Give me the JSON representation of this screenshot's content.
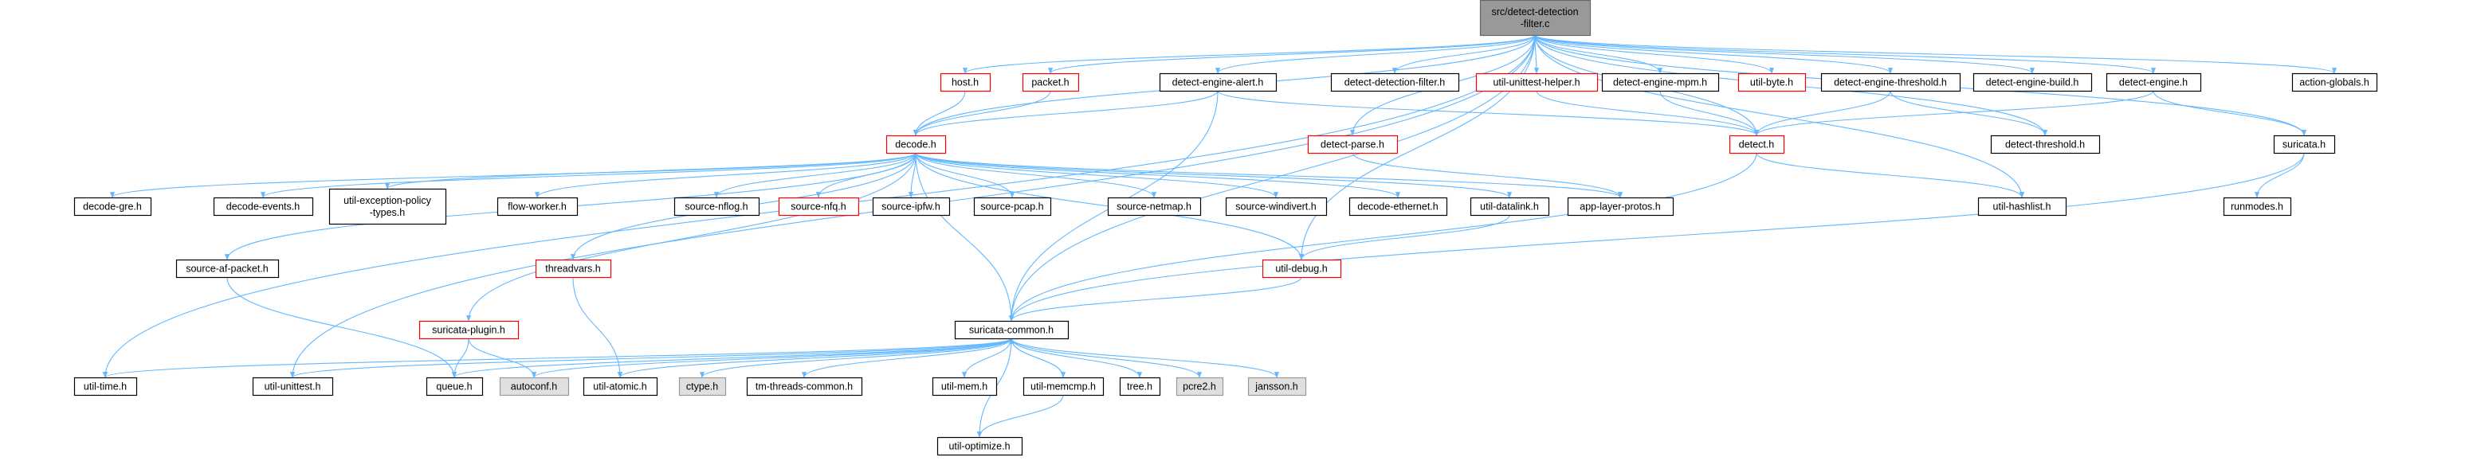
{
  "graph": {
    "colors": {
      "edge": "#63b8ff",
      "root_fill": "#999999",
      "root_border": "#666666",
      "node_fill": "#ffffff",
      "node_border": "#000000",
      "missing_border": "#ff0000",
      "system_fill": "#e0e0e0",
      "system_border": "#999999"
    },
    "nodes": [
      {
        "id": "root",
        "lines": [
          "src/detect-detection",
          "-filter.c"
        ],
        "kind": "root"
      },
      {
        "id": "host",
        "lines": [
          "host.h"
        ],
        "kind": "missing"
      },
      {
        "id": "packet",
        "lines": [
          "packet.h"
        ],
        "kind": "missing"
      },
      {
        "id": "dealert",
        "lines": [
          "detect-engine-alert.h"
        ],
        "kind": "normal"
      },
      {
        "id": "ddfilter",
        "lines": [
          "detect-detection-filter.h"
        ],
        "kind": "normal"
      },
      {
        "id": "unithelp",
        "lines": [
          "util-unittest-helper.h"
        ],
        "kind": "missing"
      },
      {
        "id": "dempm",
        "lines": [
          "detect-engine-mpm.h"
        ],
        "kind": "normal"
      },
      {
        "id": "utilbyte",
        "lines": [
          "util-byte.h"
        ],
        "kind": "missing"
      },
      {
        "id": "dethresh",
        "lines": [
          "detect-engine-threshold.h"
        ],
        "kind": "normal"
      },
      {
        "id": "debuild",
        "lines": [
          "detect-engine-build.h"
        ],
        "kind": "normal"
      },
      {
        "id": "deengine",
        "lines": [
          "detect-engine.h"
        ],
        "kind": "normal"
      },
      {
        "id": "actglob",
        "lines": [
          "action-globals.h"
        ],
        "kind": "normal"
      },
      {
        "id": "decode",
        "lines": [
          "decode.h"
        ],
        "kind": "missing"
      },
      {
        "id": "dparse",
        "lines": [
          "detect-parse.h"
        ],
        "kind": "missing"
      },
      {
        "id": "detect",
        "lines": [
          "detect.h"
        ],
        "kind": "missing"
      },
      {
        "id": "dthresh",
        "lines": [
          "detect-threshold.h"
        ],
        "kind": "normal"
      },
      {
        "id": "suricata",
        "lines": [
          "suricata.h"
        ],
        "kind": "normal"
      },
      {
        "id": "decgre",
        "lines": [
          "decode-gre.h"
        ],
        "kind": "normal"
      },
      {
        "id": "decevents",
        "lines": [
          "decode-events.h"
        ],
        "kind": "normal"
      },
      {
        "id": "excpol",
        "lines": [
          "util-exception-policy",
          "-types.h"
        ],
        "kind": "normal"
      },
      {
        "id": "flowwork",
        "lines": [
          "flow-worker.h"
        ],
        "kind": "normal"
      },
      {
        "id": "nflog",
        "lines": [
          "source-nflog.h"
        ],
        "kind": "normal"
      },
      {
        "id": "nfq",
        "lines": [
          "source-nfq.h"
        ],
        "kind": "missing"
      },
      {
        "id": "ipfw",
        "lines": [
          "source-ipfw.h"
        ],
        "kind": "normal"
      },
      {
        "id": "pcap",
        "lines": [
          "source-pcap.h"
        ],
        "kind": "normal"
      },
      {
        "id": "netmap",
        "lines": [
          "source-netmap.h"
        ],
        "kind": "normal"
      },
      {
        "id": "windivert",
        "lines": [
          "source-windivert.h"
        ],
        "kind": "normal"
      },
      {
        "id": "deceth",
        "lines": [
          "decode-ethernet.h"
        ],
        "kind": "normal"
      },
      {
        "id": "datalink",
        "lines": [
          "util-datalink.h"
        ],
        "kind": "normal"
      },
      {
        "id": "applayer",
        "lines": [
          "app-layer-protos.h"
        ],
        "kind": "normal"
      },
      {
        "id": "hashlist",
        "lines": [
          "util-hashlist.h"
        ],
        "kind": "normal"
      },
      {
        "id": "runmodes",
        "lines": [
          "runmodes.h"
        ],
        "kind": "normal"
      },
      {
        "id": "afpacket",
        "lines": [
          "source-af-packet.h"
        ],
        "kind": "normal"
      },
      {
        "id": "threadvars",
        "lines": [
          "threadvars.h"
        ],
        "kind": "missing"
      },
      {
        "id": "utildebug",
        "lines": [
          "util-debug.h"
        ],
        "kind": "missing"
      },
      {
        "id": "plugin",
        "lines": [
          "suricata-plugin.h"
        ],
        "kind": "missing"
      },
      {
        "id": "common",
        "lines": [
          "suricata-common.h"
        ],
        "kind": "normal"
      },
      {
        "id": "utiltime",
        "lines": [
          "util-time.h"
        ],
        "kind": "normal"
      },
      {
        "id": "unittest",
        "lines": [
          "util-unittest.h"
        ],
        "kind": "normal"
      },
      {
        "id": "queue",
        "lines": [
          "queue.h"
        ],
        "kind": "normal"
      },
      {
        "id": "autoconf",
        "lines": [
          "autoconf.h"
        ],
        "kind": "system"
      },
      {
        "id": "atomic",
        "lines": [
          "util-atomic.h"
        ],
        "kind": "normal"
      },
      {
        "id": "ctype",
        "lines": [
          "ctype.h"
        ],
        "kind": "system"
      },
      {
        "id": "tmthreads",
        "lines": [
          "tm-threads-common.h"
        ],
        "kind": "normal"
      },
      {
        "id": "mem",
        "lines": [
          "util-mem.h"
        ],
        "kind": "normal"
      },
      {
        "id": "memcmp",
        "lines": [
          "util-memcmp.h"
        ],
        "kind": "normal"
      },
      {
        "id": "tree",
        "lines": [
          "tree.h"
        ],
        "kind": "normal"
      },
      {
        "id": "pcre2",
        "lines": [
          "pcre2.h"
        ],
        "kind": "system"
      },
      {
        "id": "jansson",
        "lines": [
          "jansson.h"
        ],
        "kind": "system"
      },
      {
        "id": "optimize",
        "lines": [
          "util-optimize.h"
        ],
        "kind": "normal"
      }
    ],
    "edges": [
      [
        "root",
        "host"
      ],
      [
        "root",
        "packet"
      ],
      [
        "root",
        "dealert"
      ],
      [
        "root",
        "ddfilter"
      ],
      [
        "root",
        "unithelp"
      ],
      [
        "root",
        "dempm"
      ],
      [
        "root",
        "utilbyte"
      ],
      [
        "root",
        "dethresh"
      ],
      [
        "root",
        "debuild"
      ],
      [
        "root",
        "deengine"
      ],
      [
        "root",
        "actglob"
      ],
      [
        "root",
        "decode"
      ],
      [
        "root",
        "dparse"
      ],
      [
        "root",
        "detect"
      ],
      [
        "root",
        "dthresh"
      ],
      [
        "root",
        "suricata"
      ],
      [
        "root",
        "hashlist"
      ],
      [
        "root",
        "utildebug"
      ],
      [
        "root",
        "common"
      ],
      [
        "root",
        "utiltime"
      ],
      [
        "root",
        "unittest"
      ],
      [
        "host",
        "decode"
      ],
      [
        "packet",
        "decode"
      ],
      [
        "dealert",
        "decode"
      ],
      [
        "dealert",
        "detect"
      ],
      [
        "dealert",
        "common"
      ],
      [
        "unithelp",
        "detect"
      ],
      [
        "dempm",
        "detect"
      ],
      [
        "dethresh",
        "detect"
      ],
      [
        "dethresh",
        "dthresh"
      ],
      [
        "deengine",
        "detect"
      ],
      [
        "deengine",
        "suricata"
      ],
      [
        "decode",
        "decgre"
      ],
      [
        "decode",
        "decevents"
      ],
      [
        "decode",
        "excpol"
      ],
      [
        "decode",
        "flowwork"
      ],
      [
        "decode",
        "nflog"
      ],
      [
        "decode",
        "nfq"
      ],
      [
        "decode",
        "ipfw"
      ],
      [
        "decode",
        "pcap"
      ],
      [
        "decode",
        "netmap"
      ],
      [
        "decode",
        "windivert"
      ],
      [
        "decode",
        "deceth"
      ],
      [
        "decode",
        "datalink"
      ],
      [
        "decode",
        "applayer"
      ],
      [
        "decode",
        "afpacket"
      ],
      [
        "decode",
        "threadvars"
      ],
      [
        "decode",
        "utildebug"
      ],
      [
        "decode",
        "plugin"
      ],
      [
        "decode",
        "common"
      ],
      [
        "dparse",
        "applayer"
      ],
      [
        "detect",
        "hashlist"
      ],
      [
        "detect",
        "common"
      ],
      [
        "suricata",
        "runmodes"
      ],
      [
        "suricata",
        "common"
      ],
      [
        "datalink",
        "utildebug"
      ],
      [
        "utildebug",
        "common"
      ],
      [
        "afpacket",
        "queue"
      ],
      [
        "threadvars",
        "atomic"
      ],
      [
        "plugin",
        "queue"
      ],
      [
        "plugin",
        "autoconf"
      ],
      [
        "common",
        "utiltime"
      ],
      [
        "common",
        "unittest"
      ],
      [
        "common",
        "queue"
      ],
      [
        "common",
        "autoconf"
      ],
      [
        "common",
        "atomic"
      ],
      [
        "common",
        "ctype"
      ],
      [
        "common",
        "tmthreads"
      ],
      [
        "common",
        "mem"
      ],
      [
        "common",
        "memcmp"
      ],
      [
        "common",
        "tree"
      ],
      [
        "common",
        "pcre2"
      ],
      [
        "common",
        "jansson"
      ],
      [
        "common",
        "optimize"
      ],
      [
        "memcmp",
        "common"
      ],
      [
        "memcmp",
        "optimize"
      ]
    ]
  }
}
